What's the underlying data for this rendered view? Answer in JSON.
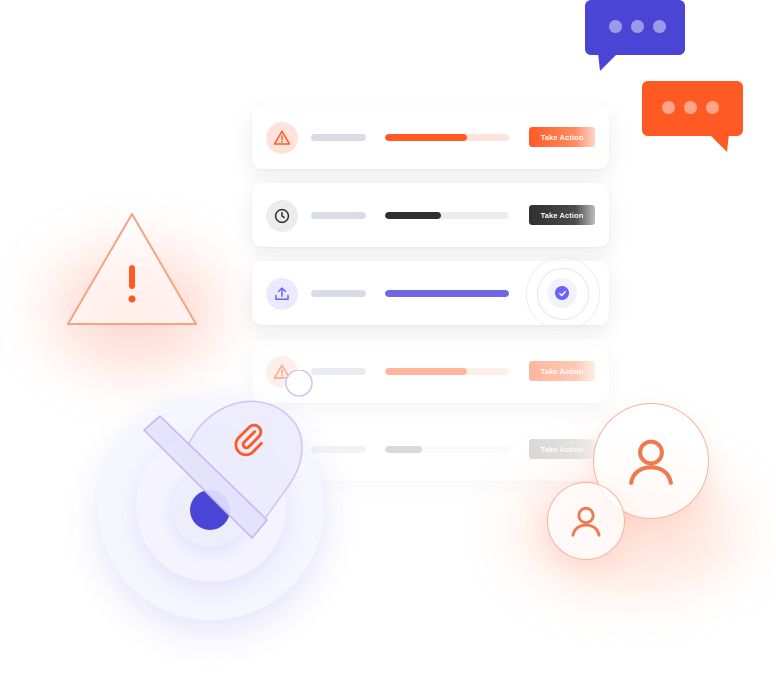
{
  "colors": {
    "orange": "#ff5a24",
    "orange_soft": "#ffd6c8",
    "dark": "#2f2f2f",
    "purple": "#6c63ff",
    "indigo": "#4b45d6",
    "pill_gray": "#d9dbe6"
  },
  "tasks": [
    {
      "icon": "warning-icon",
      "progress": 0.66,
      "button_label": "Take Action",
      "state": "alert"
    },
    {
      "icon": "clock-icon",
      "progress": 0.45,
      "button_label": "Take Action",
      "state": "pending"
    },
    {
      "icon": "upload-icon",
      "progress": 1.0,
      "status_icon": "check-icon",
      "state": "completed"
    },
    {
      "icon": "warning-icon",
      "progress": 0.66,
      "button_label": "Take Action",
      "state": "alert-faded"
    },
    {
      "icon": "none",
      "progress": 0.3,
      "button_label": "Take Action",
      "state": "faded"
    }
  ],
  "decorations": {
    "chat_bubbles": [
      {
        "color": "#4b45d6",
        "icon": "typing-dots-icon"
      },
      {
        "color": "#ff5a24",
        "icon": "typing-dots-icon"
      }
    ],
    "big_warning_icon": "warning-triangle-icon",
    "notification_bell_icon": "bell-icon",
    "attachment_icon": "paperclip-icon",
    "user_icons": [
      "user-icon",
      "user-icon"
    ]
  }
}
